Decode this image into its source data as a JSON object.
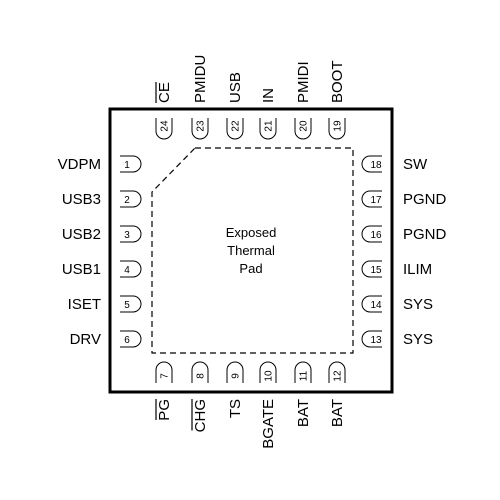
{
  "package": {
    "center_pad": {
      "lines": [
        "Exposed",
        "Thermal",
        "Pad"
      ]
    },
    "pins": {
      "left": [
        {
          "num": "1",
          "name": "VDPM"
        },
        {
          "num": "2",
          "name": "USB3"
        },
        {
          "num": "3",
          "name": "USB2"
        },
        {
          "num": "4",
          "name": "USB1"
        },
        {
          "num": "5",
          "name": "ISET"
        },
        {
          "num": "6",
          "name": "DRV"
        }
      ],
      "bottom": [
        {
          "num": "7",
          "name": "PG",
          "overbar": true
        },
        {
          "num": "8",
          "name": "CHG",
          "overbar": true
        },
        {
          "num": "9",
          "name": "TS"
        },
        {
          "num": "10",
          "name": "BGATE"
        },
        {
          "num": "11",
          "name": "BAT"
        },
        {
          "num": "12",
          "name": "BAT"
        }
      ],
      "right": [
        {
          "num": "13",
          "name": "SYS"
        },
        {
          "num": "14",
          "name": "SYS"
        },
        {
          "num": "15",
          "name": "ILIM"
        },
        {
          "num": "16",
          "name": "PGND"
        },
        {
          "num": "17",
          "name": "PGND"
        },
        {
          "num": "18",
          "name": "SW"
        }
      ],
      "top": [
        {
          "num": "19",
          "name": "BOOT"
        },
        {
          "num": "20",
          "name": "PMIDI"
        },
        {
          "num": "21",
          "name": "IN"
        },
        {
          "num": "22",
          "name": "USB"
        },
        {
          "num": "23",
          "name": "PMIDU"
        },
        {
          "num": "24",
          "name": "CE",
          "overbar": true
        }
      ]
    }
  }
}
